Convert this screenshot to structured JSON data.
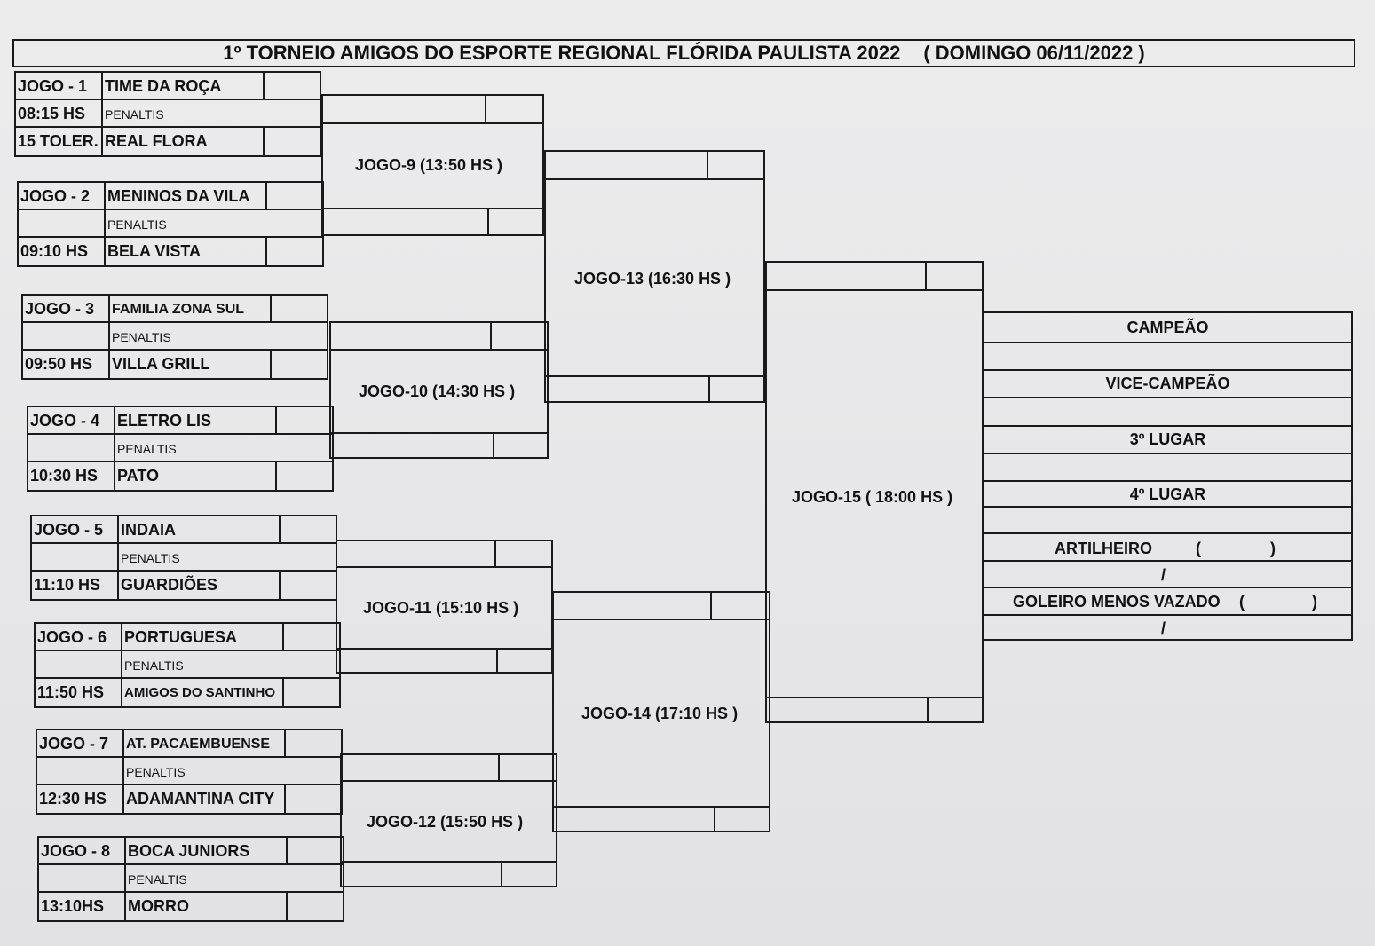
{
  "title": "1º TORNEIO AMIGOS DO ESPORTE REGIONAL FLÓRIDA PAULISTA 2022",
  "date": "( DOMINGO 06/11/2022 )",
  "penaltis_label": "PENALTIS",
  "games": [
    {
      "label": "JOGO - 1",
      "time": "08:15 HS",
      "extra": "15 TOLER.",
      "team1": "TIME DA ROÇA",
      "team2": "REAL FLORA"
    },
    {
      "label": "JOGO - 2",
      "time": "09:10 HS",
      "extra": "",
      "team1": "MENINOS DA VILA",
      "team2": "BELA VISTA"
    },
    {
      "label": "JOGO - 3",
      "time": "09:50 HS",
      "extra": "",
      "team1": "FAMILIA ZONA SUL",
      "team2": "VILLA GRILL"
    },
    {
      "label": "JOGO - 4",
      "time": "10:30 HS",
      "extra": "",
      "team1": "ELETRO LIS",
      "team2": "PATO"
    },
    {
      "label": "JOGO - 5",
      "time": "11:10 HS",
      "extra": "",
      "team1": "INDAIA",
      "team2": "GUARDIÕES"
    },
    {
      "label": "JOGO - 6",
      "time": "11:50 HS",
      "extra": "",
      "team1": "PORTUGUESA",
      "team2": "AMIGOS DO SANTINHO"
    },
    {
      "label": "JOGO - 7",
      "time": "12:30 HS",
      "extra": "",
      "team1": "AT. PACAEMBUENSE",
      "team2": "ADAMANTINA CITY"
    },
    {
      "label": "JOGO - 8",
      "time": "13:10HS",
      "extra": "",
      "team1": "BOCA JUNIORS",
      "team2": "MORRO"
    }
  ],
  "rounds": {
    "jogo9": "JOGO-9 (13:50 HS )",
    "jogo10": "JOGO-10 (14:30 HS )",
    "jogo11": "JOGO-11 (15:10 HS )",
    "jogo12": "JOGO-12 (15:50 HS )",
    "jogo13": "JOGO-13 (16:30 HS )",
    "jogo14": "JOGO-14 (17:10 HS )",
    "jogo15": "JOGO-15 ( 18:00 HS )"
  },
  "results": {
    "campeao": "CAMPEÃO",
    "vice": "VICE-CAMPEÃO",
    "terceiro": "3º LUGAR",
    "quarto": "4º LUGAR",
    "artilheiro": "ARTILHEIRO",
    "goleiro": "GOLEIRO MENOS VAZADO",
    "paren_open": "(",
    "paren_close": ")",
    "slash": "/"
  }
}
